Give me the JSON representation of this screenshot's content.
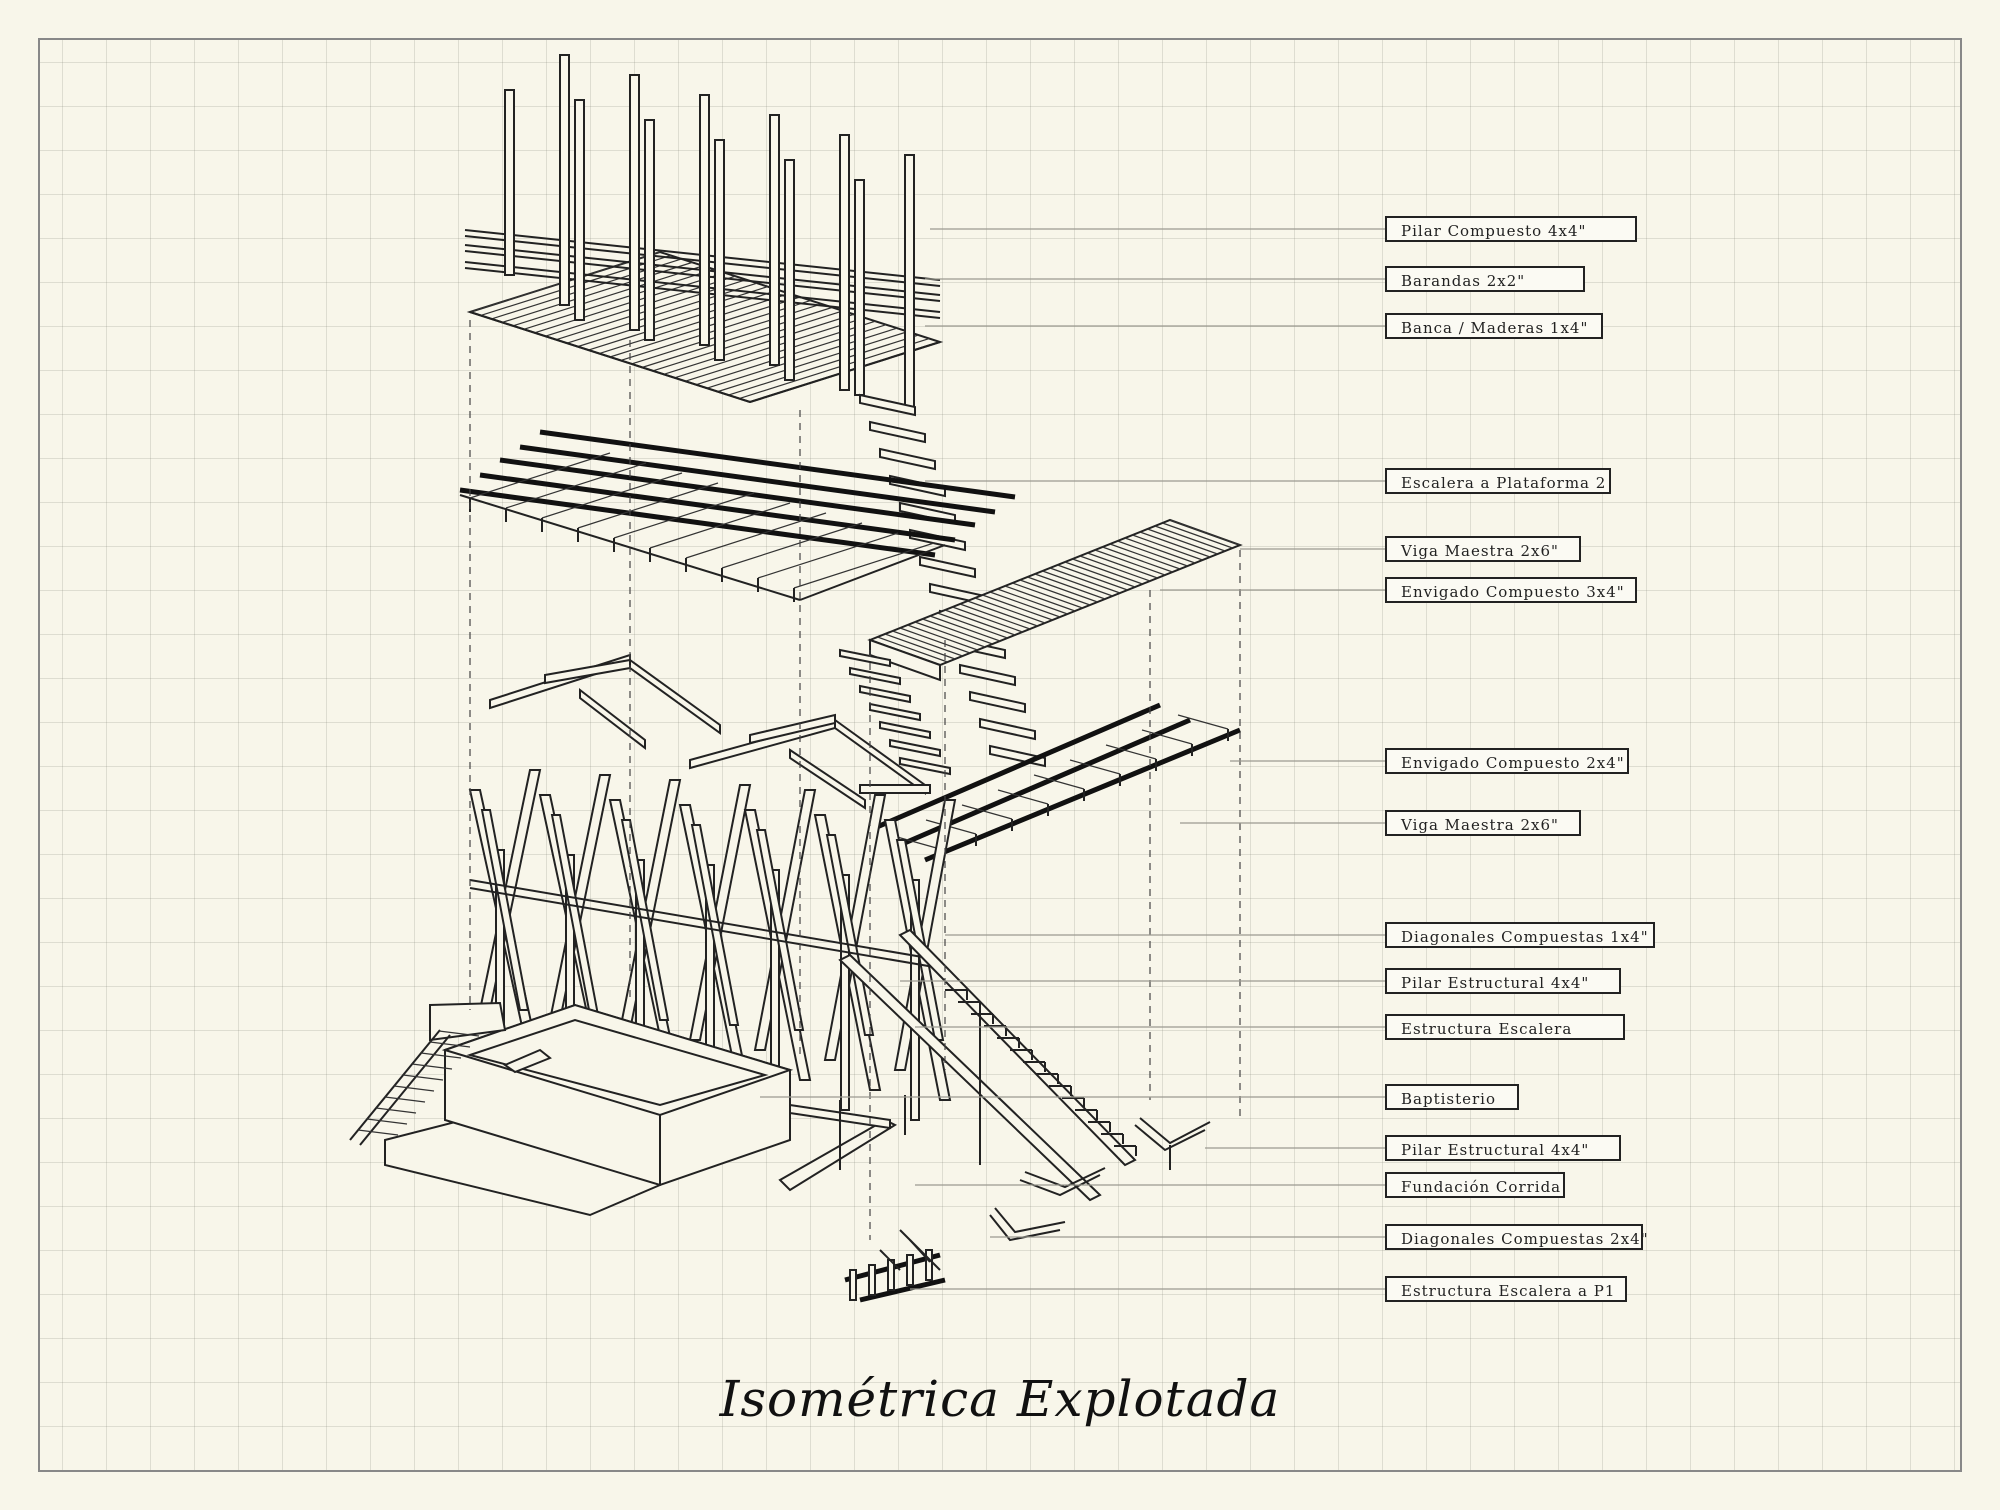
{
  "title": "Isométrica Explotada",
  "labels": [
    "Pilar Compuesto 4x4\"",
    "Barandas 2x2\"",
    "Banca / Maderas 1x4\"",
    "Escalera a Plataforma 2",
    "Viga Maestra 2x6\"",
    "Envigado Compuesto 3x4\"",
    "Envigado Compuesto 2x4\"",
    "Viga Maestra 2x6\"",
    "Diagonales Compuestas 1x4\"",
    "Pilar Estructural 4x4\"",
    "Estructura Escalera",
    "Baptisterio",
    "Pilar Estructural 4x4\"",
    "Fundación Corrida",
    "Diagonales Compuestas 2x4\"",
    "Estructura Escalera a P1"
  ]
}
